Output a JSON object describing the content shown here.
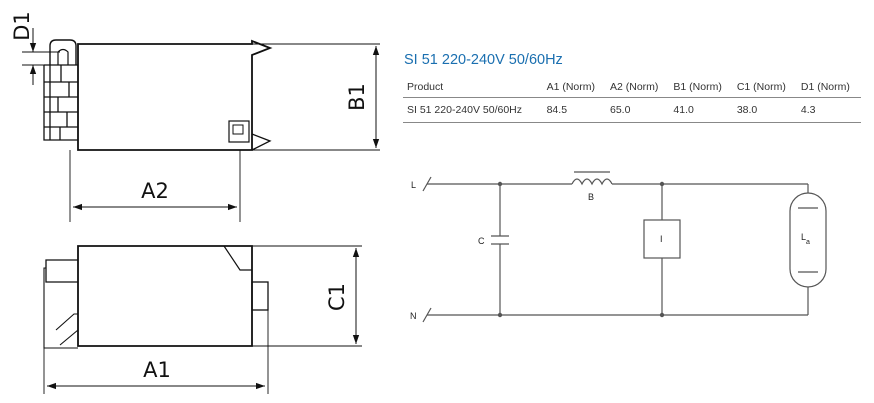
{
  "product": {
    "title": "SI 51 220-240V 50/60Hz"
  },
  "dimension_labels": {
    "d1": "D1",
    "b1": "B1",
    "a2": "A2",
    "c1": "C1",
    "a1": "A1"
  },
  "table": {
    "headers": [
      "Product",
      "A1 (Norm)",
      "A2 (Norm)",
      "B1 (Norm)",
      "C1 (Norm)",
      "D1 (Norm)"
    ],
    "rows": [
      [
        "SI 51 220-240V 50/60Hz",
        "84.5",
        "65.0",
        "41.0",
        "38.0",
        "4.3"
      ]
    ]
  },
  "circuit": {
    "line": "L",
    "neutral": "N",
    "capacitor": "C",
    "ballast": "B",
    "ignitor": "I",
    "lamp": "L",
    "lamp_sub": "a"
  }
}
